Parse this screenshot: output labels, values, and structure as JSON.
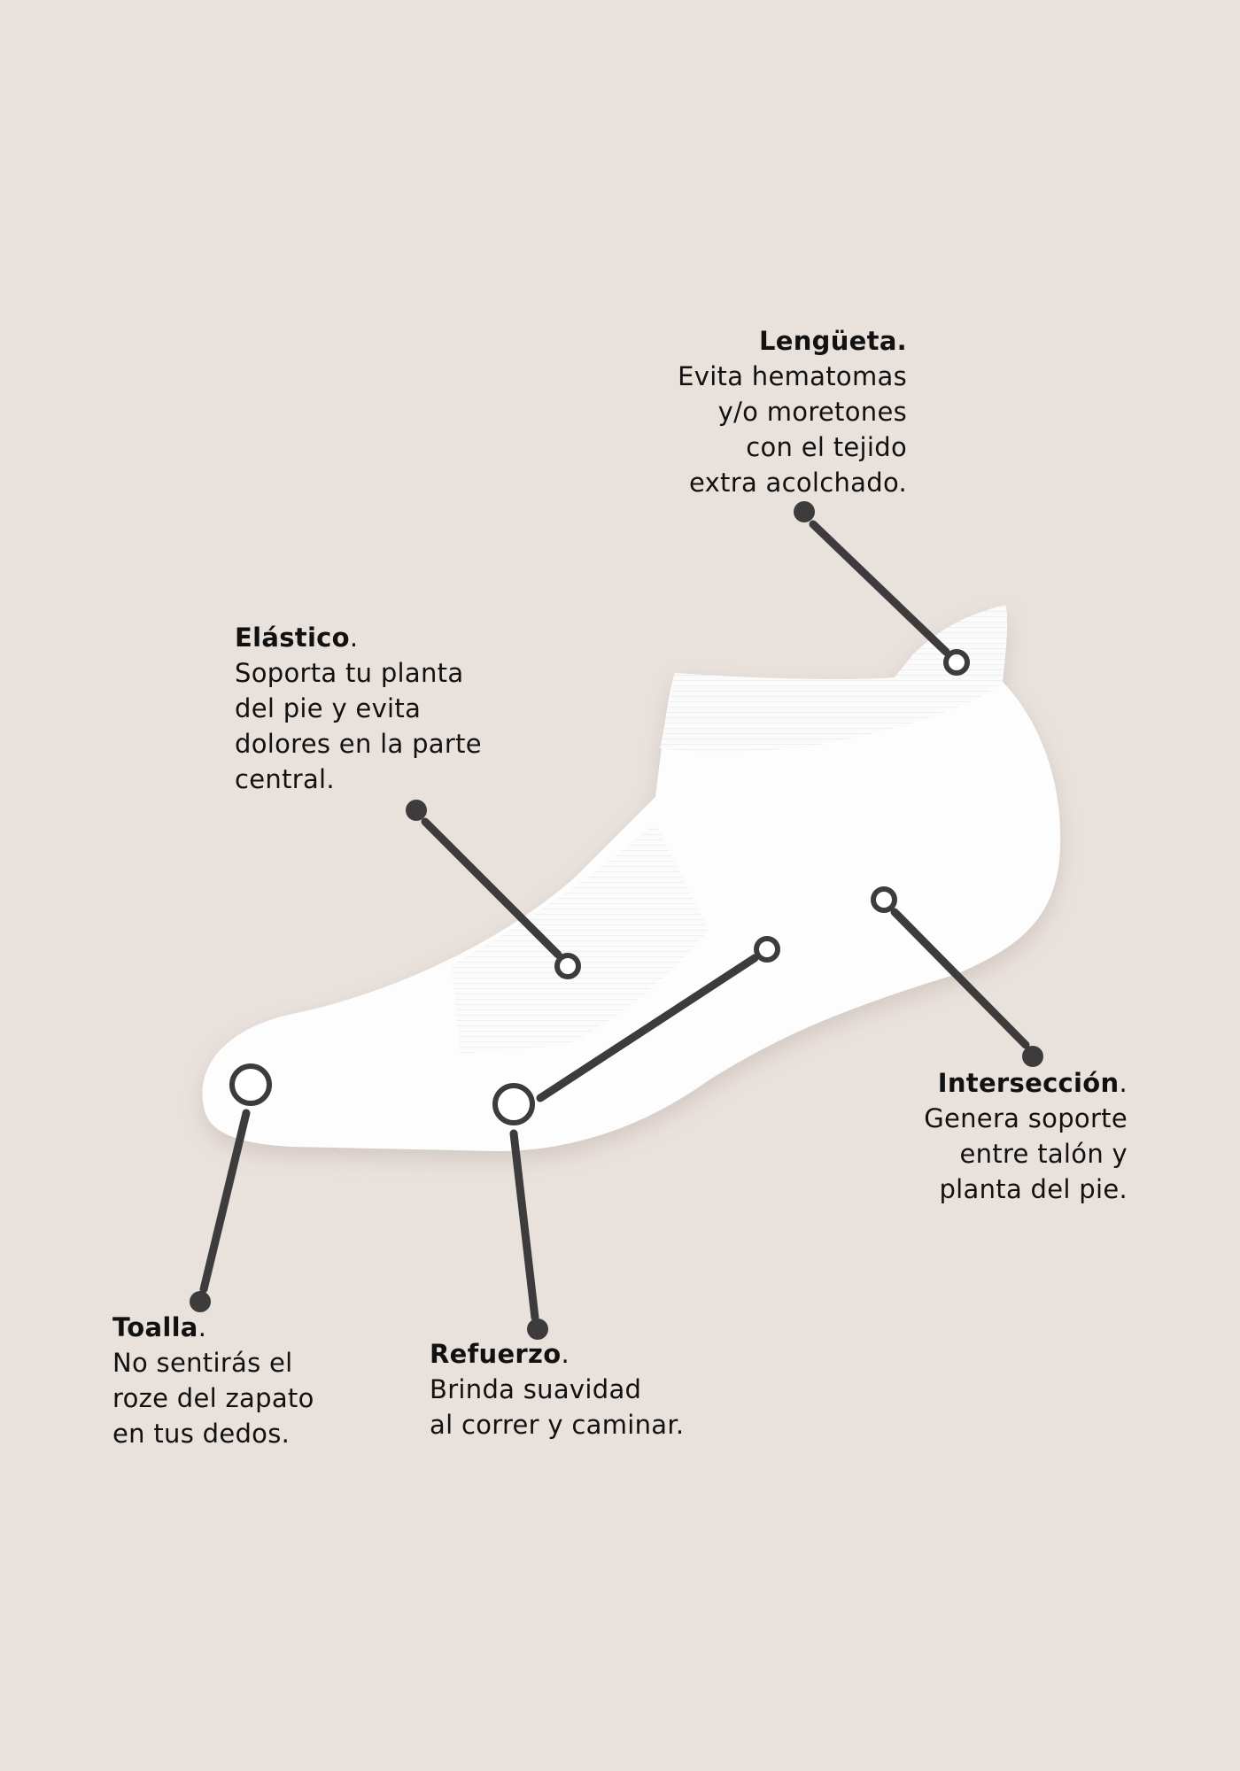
{
  "callouts": {
    "lengueta": {
      "title": "Lengüeta.",
      "lines": [
        "Evita hematomas",
        "y/o moretones",
        "con el tejido",
        "extra acolchado."
      ]
    },
    "elastico": {
      "title": "Elástico",
      "dot": ".",
      "lines": [
        "Soporta tu planta",
        "del pie y evita",
        "dolores en la parte",
        "central."
      ]
    },
    "interseccion": {
      "title": "Intersección",
      "dot": ".",
      "lines": [
        "Genera soporte",
        "entre talón y",
        "planta del pie."
      ]
    },
    "toalla": {
      "title": "Toalla",
      "dot": ".",
      "lines": [
        "No sentirás el",
        "roze del zapato",
        "en tus dedos."
      ]
    },
    "refuerzo": {
      "title": "Refuerzo",
      "dot": ".",
      "lines": [
        "Brinda suavidad",
        "al correr y caminar."
      ]
    }
  },
  "colors": {
    "background": "#e9e1dc",
    "sock": "#ffffff",
    "pointer": "#3d3b3b"
  }
}
